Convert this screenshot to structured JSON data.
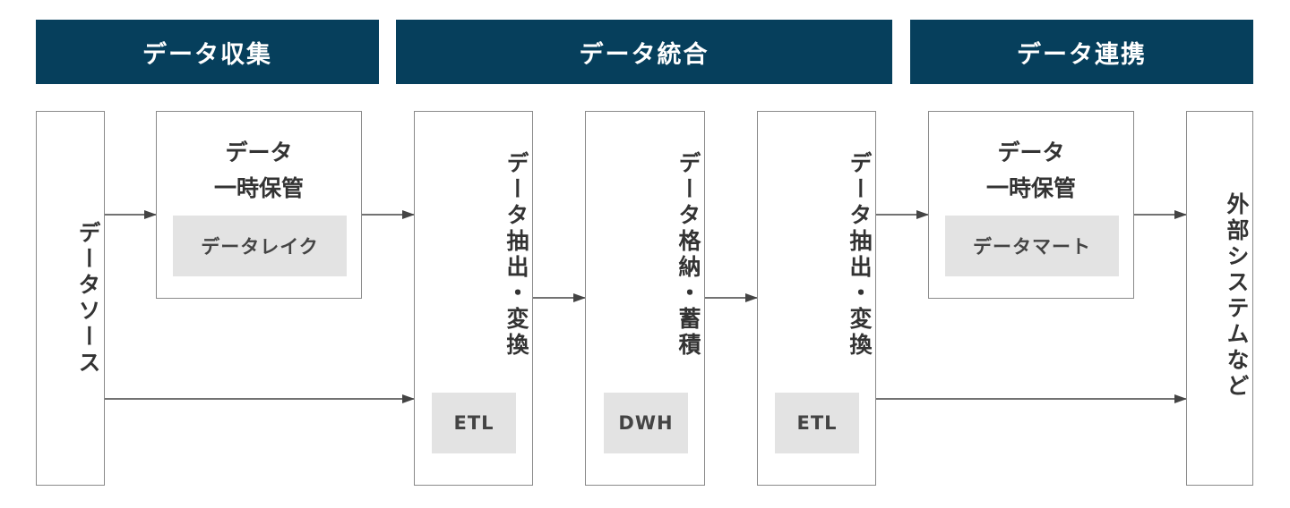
{
  "headers": {
    "collection": "データ収集",
    "integration": "データ統合",
    "linkage": "データ連携"
  },
  "nodes": {
    "data_source": {
      "label": "データソース"
    },
    "data_lake": {
      "title_line1": "データ",
      "title_line2": "一時保管",
      "tag": "データレイク"
    },
    "etl_1": {
      "label": "データ抽出・変換",
      "tag": "ETL"
    },
    "dwh": {
      "label": "データ格納・蓄積",
      "tag": "DWH"
    },
    "etl_2": {
      "label": "データ抽出・変換",
      "tag": "ETL"
    },
    "data_mart": {
      "title_line1": "データ",
      "title_line2": "一時保管",
      "tag": "データマート"
    },
    "external": {
      "label": "外部システムなど"
    }
  },
  "colors": {
    "header_bg": "#063f5c",
    "header_text": "#ffffff",
    "box_border": "#8a8a8a",
    "tag_bg": "#e3e3e3",
    "arrow": "#444444"
  },
  "edges": [
    {
      "from": "data_source",
      "to": "data_lake"
    },
    {
      "from": "data_lake",
      "to": "etl_1"
    },
    {
      "from": "data_source",
      "to": "etl_1"
    },
    {
      "from": "etl_1",
      "to": "dwh"
    },
    {
      "from": "dwh",
      "to": "etl_2"
    },
    {
      "from": "etl_2",
      "to": "data_mart"
    },
    {
      "from": "data_mart",
      "to": "external"
    },
    {
      "from": "etl_2",
      "to": "external"
    }
  ]
}
